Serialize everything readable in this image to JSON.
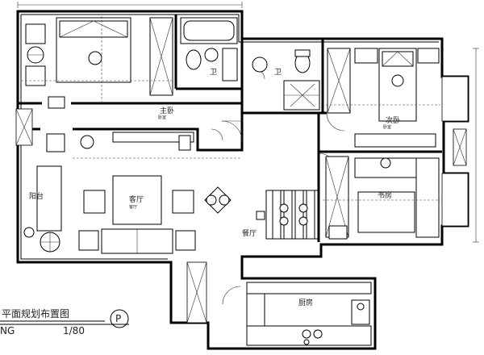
{
  "drawing": {
    "title": "平面规划布置图",
    "title_prefix": "NG",
    "scale": "1/80",
    "north_mark": "P"
  },
  "rooms": {
    "master_bedroom": {
      "label": "主卧",
      "sub": "卧室"
    },
    "bath_1": {
      "label": "卫",
      "sub": ""
    },
    "bath_2": {
      "label": "卫",
      "sub": ""
    },
    "bedroom_2": {
      "label": "次卧",
      "sub": "卧室"
    },
    "study": {
      "label": "书房",
      "sub": ""
    },
    "living": {
      "label": "客厅",
      "sub": "客厅"
    },
    "dining": {
      "label": "餐厅",
      "sub": ""
    },
    "balcony": {
      "label": "阳台",
      "sub": ""
    },
    "kitchen": {
      "label": "厨房",
      "sub": ""
    }
  }
}
